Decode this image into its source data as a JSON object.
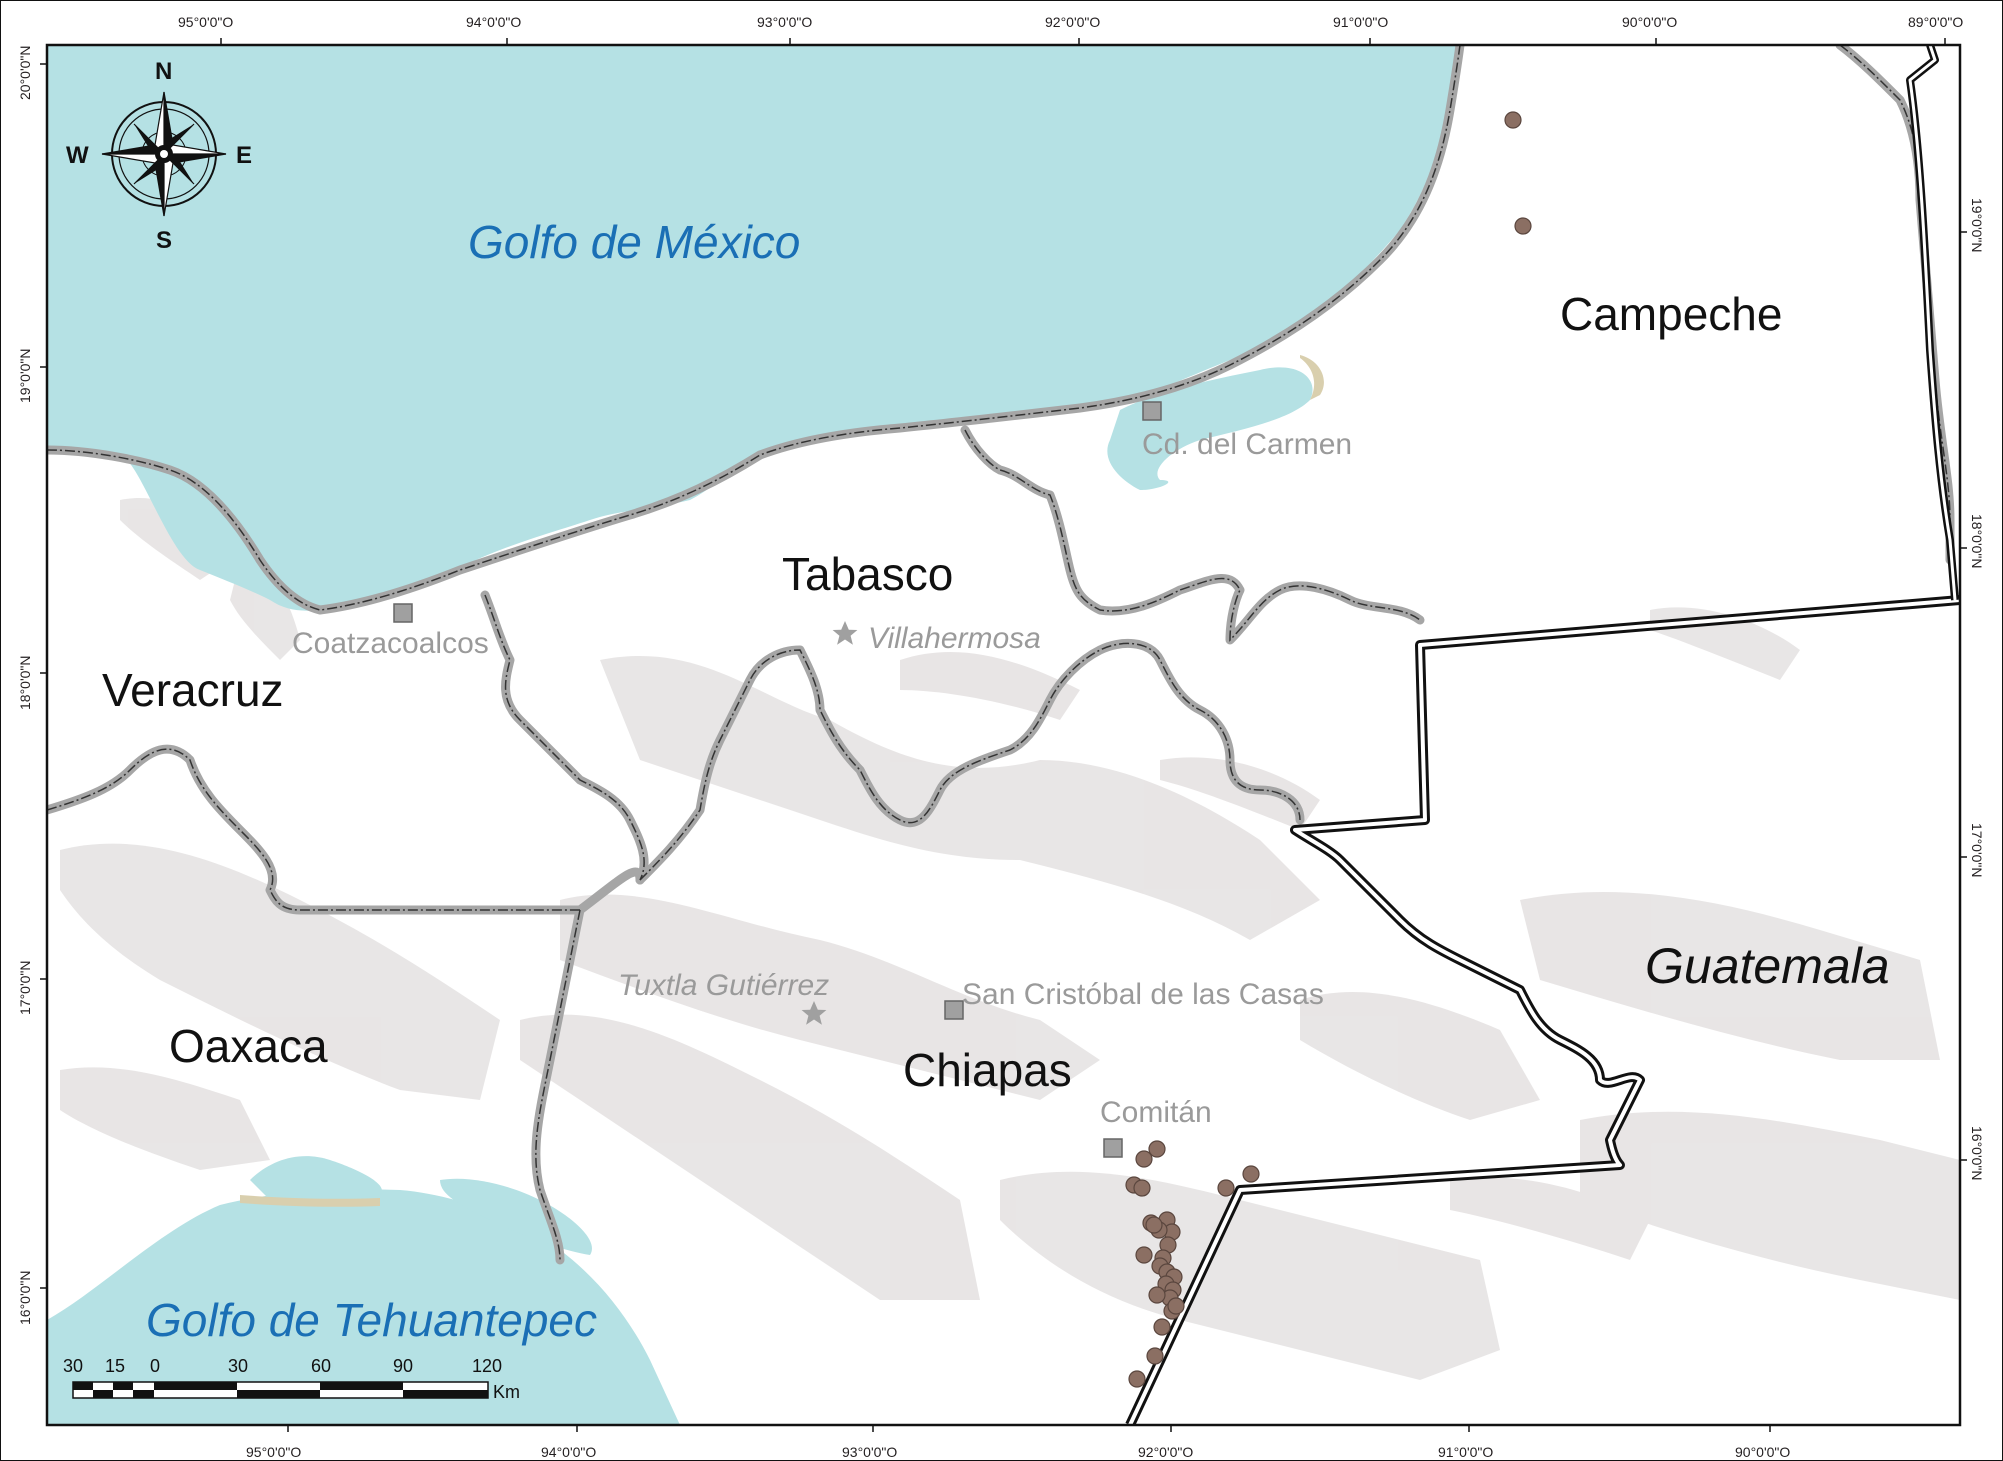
{
  "map": {
    "graticule": {
      "top_ticks": [
        "95°0'0\"O",
        "94°0'0\"O",
        "93°0'0\"O",
        "92°0'0\"O",
        "91°0'0\"O",
        "90°0'0\"O",
        "89°0'0\"O"
      ],
      "bottom_ticks": [
        "95°0'0\"O",
        "94°0'0\"O",
        "93°0'0\"O",
        "92°0'0\"O",
        "91°0'0\"O",
        "90°0'0\"O"
      ],
      "left_ticks": [
        "20°0'0\"N",
        "19°0'0\"N",
        "18°0'0\"N",
        "17°0'0\"N",
        "16°0'0\"N"
      ],
      "right_ticks": [
        "19°0'0\"N",
        "18°0'0\"N",
        "17°0'0\"N",
        "16°0'0\"N"
      ]
    },
    "water_bodies": {
      "gulf_mexico": "Golfo de México",
      "gulf_tehuantepec": "Golfo de Tehuantepec"
    },
    "states": {
      "campeche": "Campeche",
      "tabasco": "Tabasco",
      "veracruz": "Veracruz",
      "oaxaca": "Oaxaca",
      "chiapas": "Chiapas"
    },
    "country": "Guatemala",
    "cities": {
      "cd_carmen": "Cd. del Carmen",
      "coatzacoalcos": "Coatzacoalcos",
      "san_cristobal": "San Cristóbal de las Casas",
      "comitan": "Comitán"
    },
    "capitals": {
      "villahermosa": "Villahermosa",
      "tuxtla": "Tuxtla Gutiérrez"
    },
    "compass": {
      "n": "N",
      "s": "S",
      "e": "E",
      "w": "W"
    },
    "scale_bar": {
      "labels": [
        "30",
        "15",
        "0",
        "30",
        "60",
        "90",
        "120"
      ],
      "unit": "Km"
    },
    "colors": {
      "water": "#b5e1e4",
      "land": "#ffffff",
      "relief": "#e4e1e1",
      "state_border": "#a6a6a6",
      "point": "#8b6f63",
      "sea_label": "#1a6fb5",
      "city_label": "#9a9a9a"
    }
  }
}
